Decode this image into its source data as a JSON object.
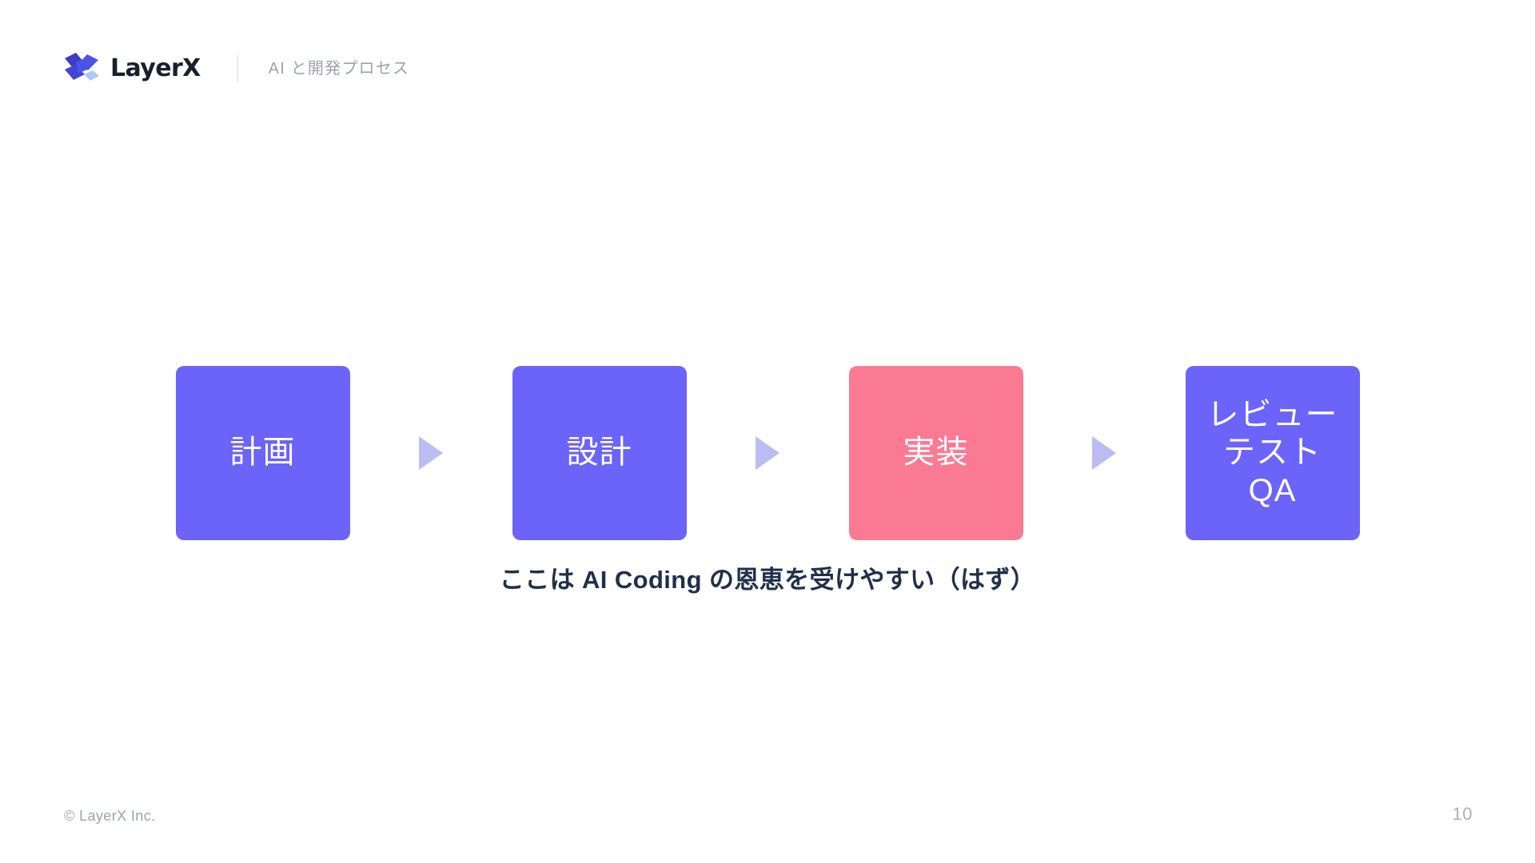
{
  "header": {
    "brand_name": "LayerX",
    "logo_icon": "layerx-pinwheel-logo-icon",
    "divider": "header-divider",
    "subtitle": "AI と開発プロセス"
  },
  "colors": {
    "step_purple": "#6C63F9",
    "step_pink": "#FA7A93",
    "arrow_lilac": "#BBBCF2",
    "caption_navy": "#20304A",
    "muted_gray": "#9AA2AD",
    "logo_indigo": "#3C3CC4",
    "logo_blue": "#4A55E8",
    "logo_lightblue": "#AFC8F7"
  },
  "flow": {
    "arrow_icon": "arrow-right-triangle-icon",
    "steps": [
      {
        "id": "plan",
        "lines": [
          "計画"
        ],
        "color": "#6C63F9"
      },
      {
        "id": "design",
        "lines": [
          "設計"
        ],
        "color": "#6C63F9"
      },
      {
        "id": "implement",
        "lines": [
          "実装"
        ],
        "color": "#FA7A93"
      },
      {
        "id": "review-qa",
        "lines": [
          "レビュー",
          "テスト",
          "QA"
        ],
        "color": "#6C63F9"
      }
    ],
    "caption": "ここは AI Coding の恩恵を受けやすい（はず）"
  },
  "footer": {
    "copyright": "© LayerX Inc.",
    "page_number": "10"
  }
}
